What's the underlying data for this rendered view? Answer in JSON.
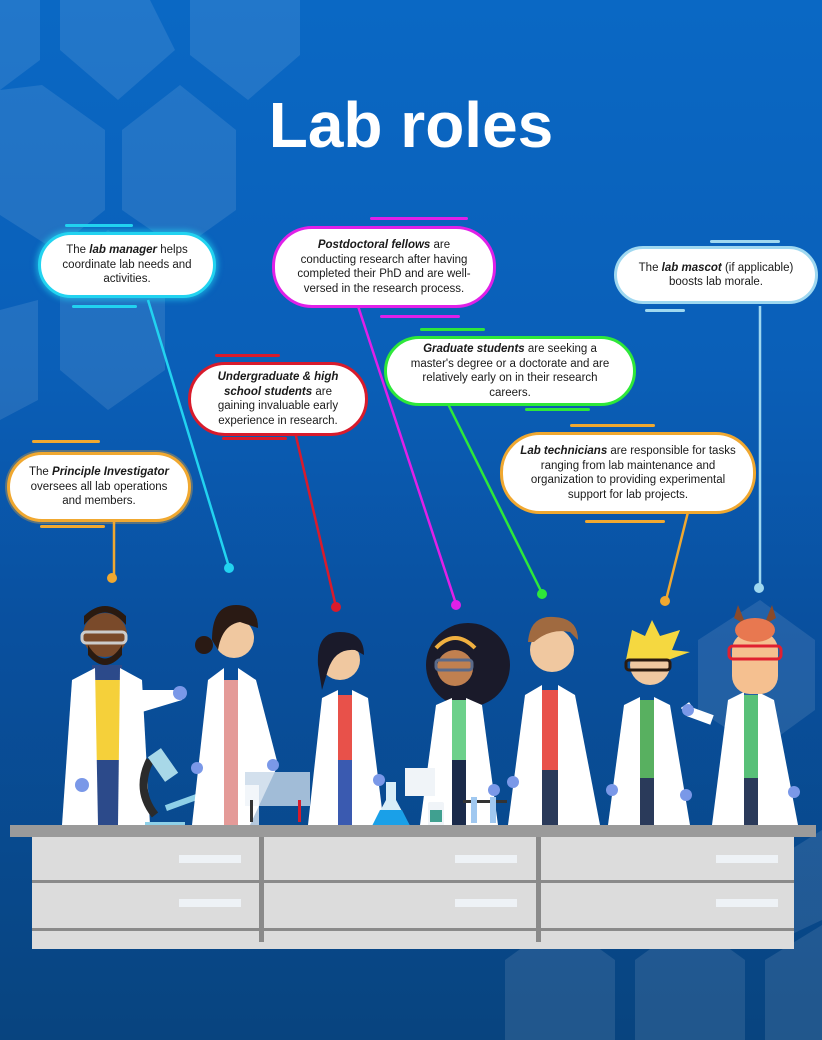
{
  "title": "Lab roles",
  "colors": {
    "background_top": "#0a68c4",
    "background_bottom": "#08447f",
    "principle_investigator": "#f0a830",
    "lab_manager": "#22d3f0",
    "undergraduate": "#d81b2c",
    "postdoc": "#e020e8",
    "graduate": "#2ee83a",
    "lab_technician": "#f0a830",
    "lab_mascot": "#9fd8f0"
  },
  "callouts": {
    "principle_investigator": {
      "pre": "The ",
      "role": "Principle Investigator",
      "post": " oversees all lab operations and members."
    },
    "lab_manager": {
      "pre": "The ",
      "role": "lab manager",
      "post": " helps coordinate lab needs and activities."
    },
    "undergraduate": {
      "pre": "",
      "role": "Undergraduate & high school students",
      "post": " are gaining invaluable early experience in research."
    },
    "postdoc": {
      "pre": "",
      "role": "Postdoctoral fellows",
      "post": " are conducting research after having completed their PhD and are well-versed in the research process."
    },
    "graduate": {
      "pre": "",
      "role": "Graduate students",
      "post": " are seeking a master's degree or a doctorate and are relatively early on in their research careers."
    },
    "lab_technician": {
      "pre": "",
      "role": "Lab technicians",
      "post": " are responsible for tasks ranging from lab maintenance and organization to providing experimental support for lab projects."
    },
    "lab_mascot": {
      "pre": "The ",
      "role": "lab mascot",
      "post": " (if applicable) boosts lab morale."
    }
  },
  "characters": [
    {
      "role": "Principle Investigator",
      "shirt": "#f5d03a"
    },
    {
      "role": "Lab manager",
      "shirt": "#e49a98"
    },
    {
      "role": "Undergraduate student",
      "shirt": "#e8514a"
    },
    {
      "role": "Postdoctoral fellow",
      "shirt": "#6cd08a"
    },
    {
      "role": "Graduate student",
      "shirt": "#e8514a"
    },
    {
      "role": "Lab technician",
      "shirt": "#58b060"
    },
    {
      "role": "Lab mascot (llama)",
      "shirt": "#58c078"
    }
  ]
}
